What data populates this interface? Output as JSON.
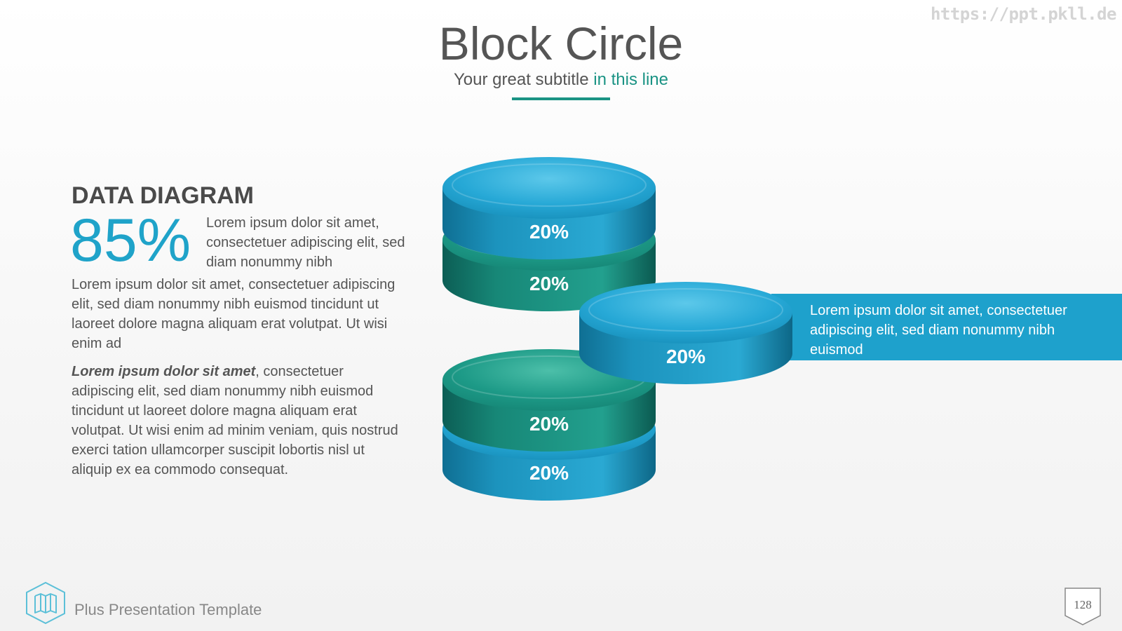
{
  "watermark": "https://ppt.pkll.de",
  "header": {
    "title": "Block Circle",
    "subtitle_main": "Your great subtitle ",
    "subtitle_accent": "in this line"
  },
  "left": {
    "heading": "DATA DIAGRAM",
    "big_percent": "85%",
    "intro": "Lorem ipsum dolor sit amet, consectetuer adipiscing elit, sed diam nonummy nibh",
    "para1": "Lorem ipsum dolor sit amet, consectetuer adipiscing elit, sed diam nonummy nibh euismod tincidunt ut laoreet dolore magna aliquam erat volutpat. Ut wisi enim ad",
    "para2_lead": "Lorem ipsum dolor sit amet",
    "para2_rest": ", consectetuer adipiscing elit, sed diam nonummy nibh euismod tincidunt ut laoreet dolore magna aliquam erat volutpat. Ut wisi enim ad minim veniam, quis nostrud exerci tation ullamcorper suscipit lobortis nisl ut aliquip ex ea commodo consequat."
  },
  "callout": {
    "text": "Lorem ipsum dolor sit amet, consectetuer adipiscing elit, sed diam nonummy nibh euismod"
  },
  "disks": [
    {
      "label": "20%",
      "color": "blue"
    },
    {
      "label": "20%",
      "color": "teal"
    },
    {
      "label": "20%",
      "color": "blue"
    },
    {
      "label": "20%",
      "color": "teal"
    },
    {
      "label": "20%",
      "color": "blue"
    }
  ],
  "colors": {
    "blue": "#1fa3cc",
    "teal": "#1a9384",
    "accent": "#1a9384"
  },
  "footer": {
    "template_name": "Plus Presentation Template",
    "page_number": "128"
  }
}
